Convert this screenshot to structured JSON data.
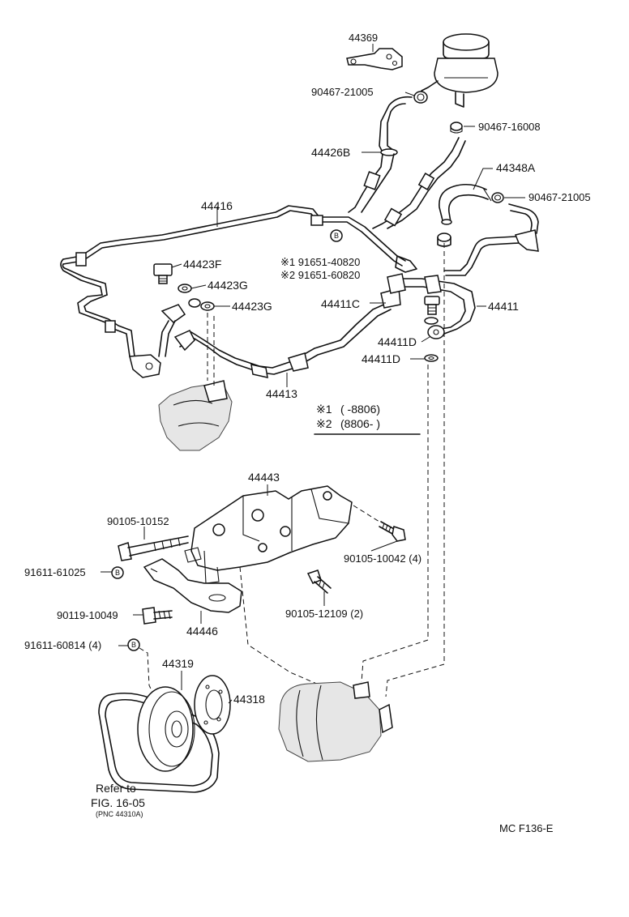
{
  "diagram": {
    "parts": {
      "bracket_top": "44369",
      "clamp_reservoir": "90467-21005",
      "clamp_return": "90467-16008",
      "hose_supply": "44426B",
      "hose_return": "44348A",
      "clamp_return_2": "90467-21005",
      "pressure_tube": "44416",
      "plug": "44423F",
      "gasket_1": "44423G",
      "gasket_2": "44423G",
      "bolt_mark": "B",
      "bolt_ref_1": "※1  91651-40820",
      "bolt_ref_2": "※2  91651-60820",
      "union_bolt": "44411C",
      "hose_pump": "44411",
      "gasket_3": "44411D",
      "gasket_4": "44411D",
      "tube_return": "44413",
      "bracket_pump": "44443",
      "bolt_long": "90105-10152",
      "bolt_pump": "90105-10042 (4)",
      "washer_mark": "91611-61025",
      "washer_mark_b": "B",
      "bolt_adjust": "90119-10049",
      "bolt_pump_2": "90105-12109 (2)",
      "strap": "44446",
      "washer_pulley": "91611-60814 (4)",
      "washer_pulley_b": "B",
      "pulley": "44319",
      "plate": "44318"
    },
    "legend": {
      "row1_mark": "※1",
      "row1_range": "(        -8806)",
      "row2_mark": "※2",
      "row2_range": "(8806-         )"
    },
    "reference": {
      "line1": "Refer to",
      "line2": "FIG. 16-05",
      "line3": "(PNC 44310A)"
    },
    "figure_code": "MC  F136-E"
  }
}
